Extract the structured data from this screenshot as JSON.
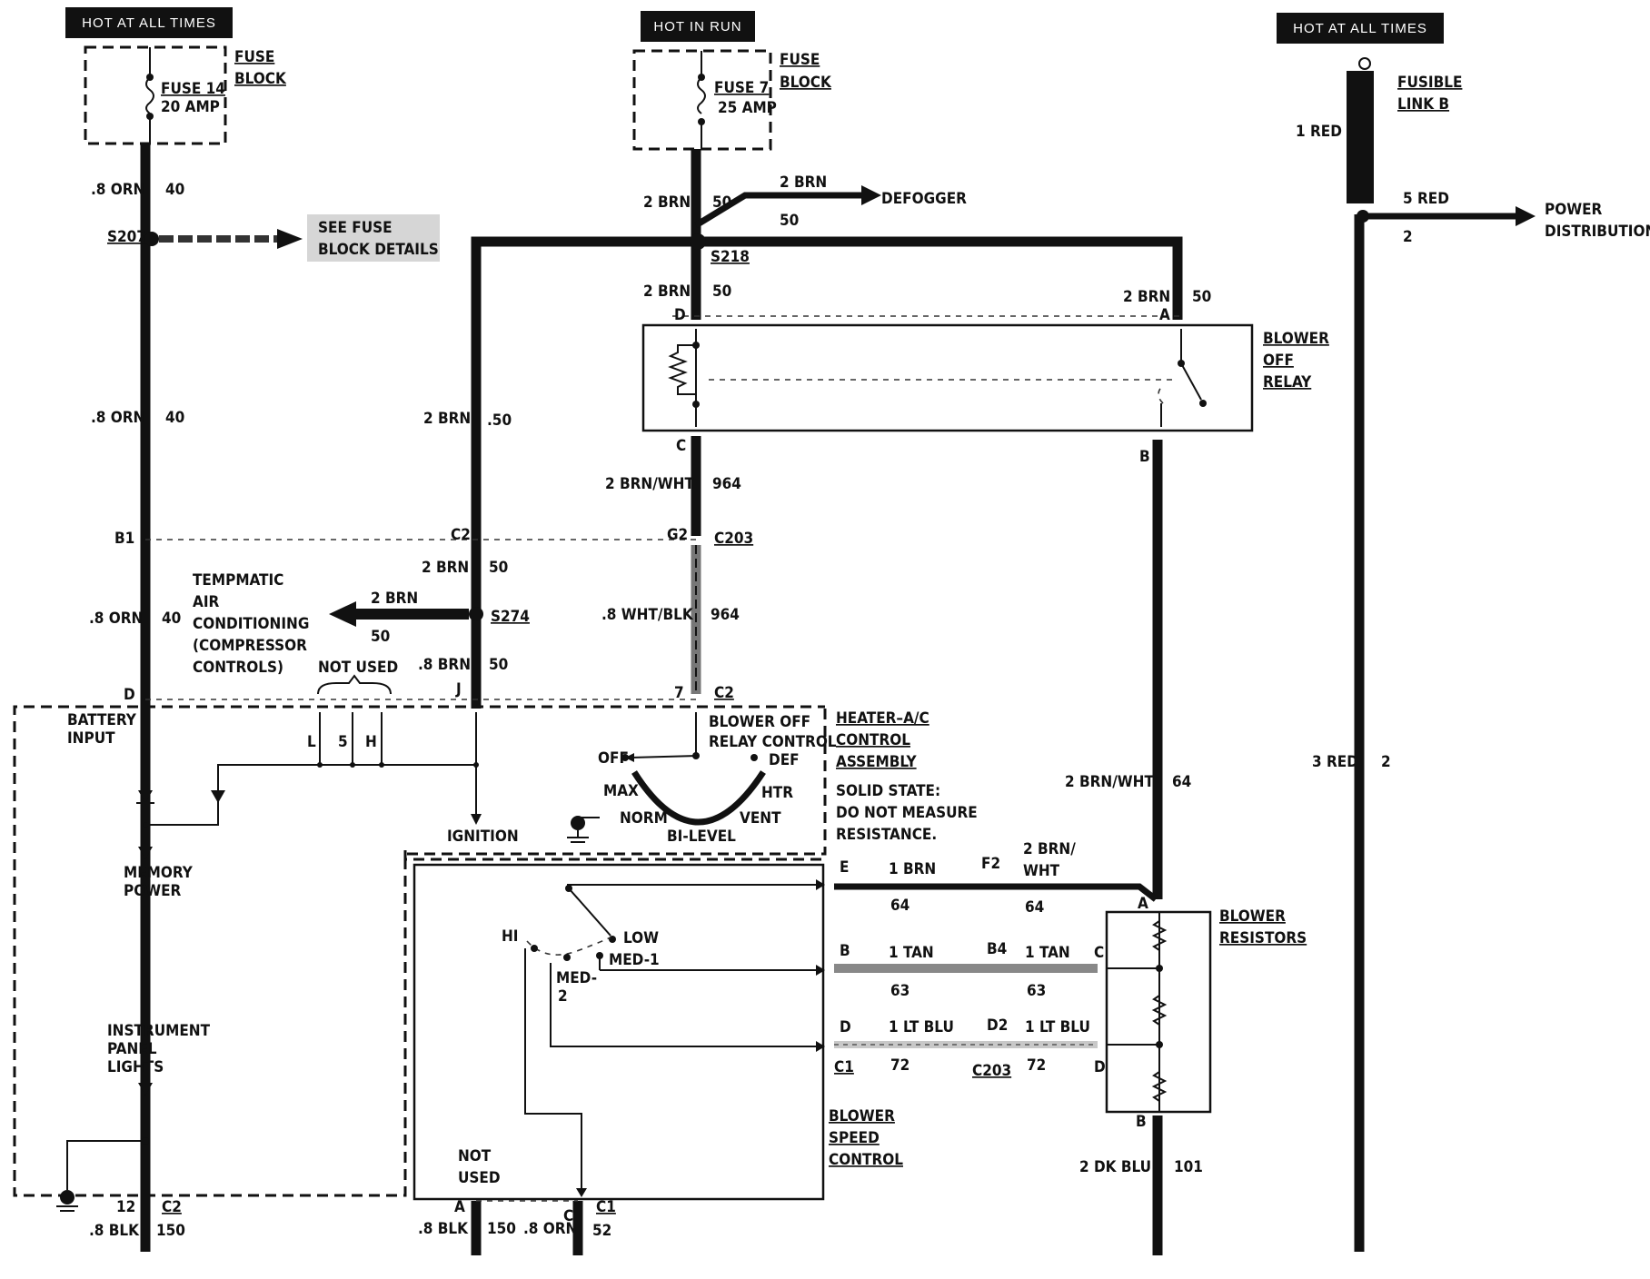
{
  "headers": {
    "left": "HOT AT ALL TIMES",
    "center": "HOT IN RUN",
    "right": "HOT AT ALL TIMES"
  },
  "fuse_block_left": {
    "fuse": "FUSE 14",
    "amp": "20 AMP",
    "label_1": "FUSE",
    "label_2": "BLOCK"
  },
  "fuse_block_center": {
    "fuse": "FUSE 7",
    "amp": "25 AMP",
    "label_1": "FUSE",
    "label_2": "BLOCK"
  },
  "fusible_link": {
    "label_1": "FUSIBLE",
    "label_2": "LINK B",
    "wire": "1 RED"
  },
  "power_distribution": {
    "wire": "5 RED",
    "circuit": "2",
    "label_1": "POWER",
    "label_2": "DISTRIBUTION"
  },
  "right_main": {
    "wire": "3 RED",
    "circuit": "2"
  },
  "splices": {
    "s207": "S207",
    "s218": "S218",
    "s274": "S274"
  },
  "see_fuse": {
    "line1": "SEE FUSE",
    "line2": "BLOCK DETAILS"
  },
  "defogger": {
    "wire": "2 BRN",
    "circuit": "50",
    "label": "DEFOGGER"
  },
  "wires": {
    "orn_a": ".8 ORN",
    "orn_a_c": "40",
    "orn_b": ".8 ORN",
    "orn_b_c": "40",
    "orn_c": ".8 ORN",
    "orn_c_c": "40",
    "brn_a": "2 BRN",
    "brn_a_c": "50",
    "brn_b": "2 BRN",
    "brn_b_c": "50",
    "brn_c": "2 BRN",
    "brn_c_c": ".50",
    "brn_d": "2 BRN",
    "brn_d_c": "50",
    "brn_e": "2 BRN",
    "brn_e_c": "50",
    "brn_f": ".8 BRN",
    "brn_f_c": "50",
    "brnwht_a": "2 BRN/WHT",
    "brnwht_a_c": "964",
    "whtblk": ".8 WHT/BLK",
    "whtblk_c": "964",
    "brnwht_b": "2 BRN/WHT",
    "brnwht_b_c": "64",
    "brn1": "1 BRN",
    "brn1_c": "64",
    "brnwht_c1": "2 BRN/",
    "brnwht_c2": "WHT",
    "brnwht_c_c": "64",
    "tan_a": "1 TAN",
    "tan_a_c": "63",
    "tan_b": "1 TAN",
    "tan_b_c": "63",
    "ltblu_a": "1 LT BLU",
    "ltblu_a_c": "72",
    "ltblu_b": "1 LT BLU",
    "ltblu_b_c": "72",
    "dkblu": "2 DK BLU",
    "dkblu_c": "101",
    "blk_a": ".8 BLK",
    "blk_a_c": "150",
    "blk_b": ".8 BLK",
    "blk_b_c": "150",
    "orn_d": ".8 ORN",
    "orn_d_c": "52"
  },
  "tempmatic": [
    "TEMPMATIC",
    "AIR",
    "CONDITIONING",
    "(COMPRESSOR",
    "CONTROLS)"
  ],
  "tempmatic_arrow": {
    "wire": "2 BRN",
    "circuit": "50"
  },
  "not_used_top": "NOT USED",
  "blower_off_relay": [
    "BLOWER",
    "OFF",
    "RELAY"
  ],
  "connectors": {
    "D_top": "D",
    "A_top": "A",
    "C_relay": "C",
    "B_relay": "B",
    "B1": "B1",
    "C2a": "C2",
    "G2": "G2",
    "C203": "C203",
    "D_bot": "D",
    "J": "J",
    "seven": "7",
    "C2b": "C2",
    "E": "E",
    "F2": "F2",
    "A_res": "A",
    "B": "B",
    "B4": "B4",
    "C_res": "C",
    "D": "D",
    "D2": "D2",
    "D_res": "D",
    "C1": "C1",
    "C203b": "C203",
    "B_res": "B",
    "twelve": "12",
    "C2c": "C2",
    "A_sp": "A",
    "C_sp": "C",
    "C1b": "C1"
  },
  "control_assembly": {
    "title": [
      "HEATER–A/C",
      "CONTROL",
      "ASSEMBLY"
    ],
    "solid": [
      "SOLID STATE:",
      "DO NOT MEASURE",
      "RESISTANCE."
    ],
    "battery_input": [
      "BATTERY",
      "INPUT"
    ],
    "memory_power": [
      "MEMORY",
      "POWER"
    ],
    "ignition": "IGNITION",
    "blower_off_relay_control": [
      "BLOWER OFF",
      "RELAY CONTROL"
    ],
    "modes": {
      "off": "OFF",
      "def": "DEF",
      "max": "MAX",
      "htr": "HTR",
      "norm": "NORM",
      "vent": "VENT",
      "bilevel": "BI-LEVEL"
    },
    "lsh": {
      "l": "L",
      "s": "5",
      "h": "H"
    },
    "instrument": [
      "INSTRUMENT",
      "PANEL",
      "LIGHTS"
    ]
  },
  "blower_speed": {
    "title": [
      "BLOWER",
      "SPEED",
      "CONTROL"
    ],
    "hi": "HI",
    "low": "LOW",
    "med1": "MED-1",
    "med2a": "MED-",
    "med2b": "2",
    "not_used": [
      "NOT",
      "USED"
    ]
  },
  "blower_resistors": [
    "BLOWER",
    "RESISTORS"
  ]
}
